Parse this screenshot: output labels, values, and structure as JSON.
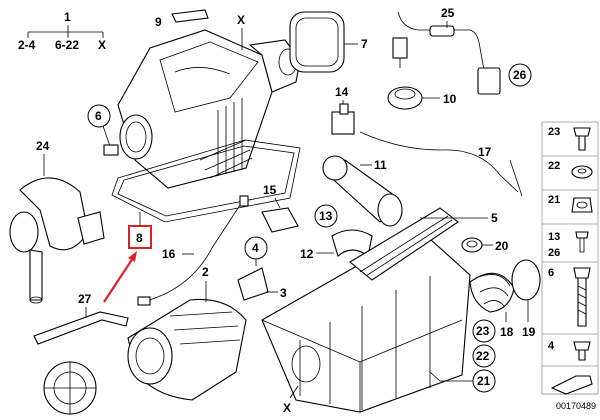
{
  "diagram": {
    "parts_tree": {
      "top": "1",
      "children": [
        "2-4",
        "6-22",
        "X"
      ]
    },
    "callouts": {
      "p2": "2",
      "p3": "3",
      "p4": "4",
      "p5": "5",
      "p6": "6",
      "p7": "7",
      "p9": "9",
      "p10": "10",
      "p11": "11",
      "p12": "12",
      "p13": "13",
      "p14": "14",
      "p15": "15",
      "p16": "16",
      "p17": "17",
      "p18": "18",
      "p19": "19",
      "p20": "20",
      "p21": "21",
      "p22": "22",
      "p23": "23",
      "p24": "24",
      "p25": "25",
      "p26": "26",
      "p27": "27",
      "x_top": "X",
      "x_bottom": "X"
    },
    "highlight": {
      "label": "8",
      "color": "#e02020"
    },
    "side_panel": [
      "23",
      "22",
      "21",
      "13",
      "26",
      "6",
      "4"
    ],
    "drawing_number": "00170489"
  }
}
